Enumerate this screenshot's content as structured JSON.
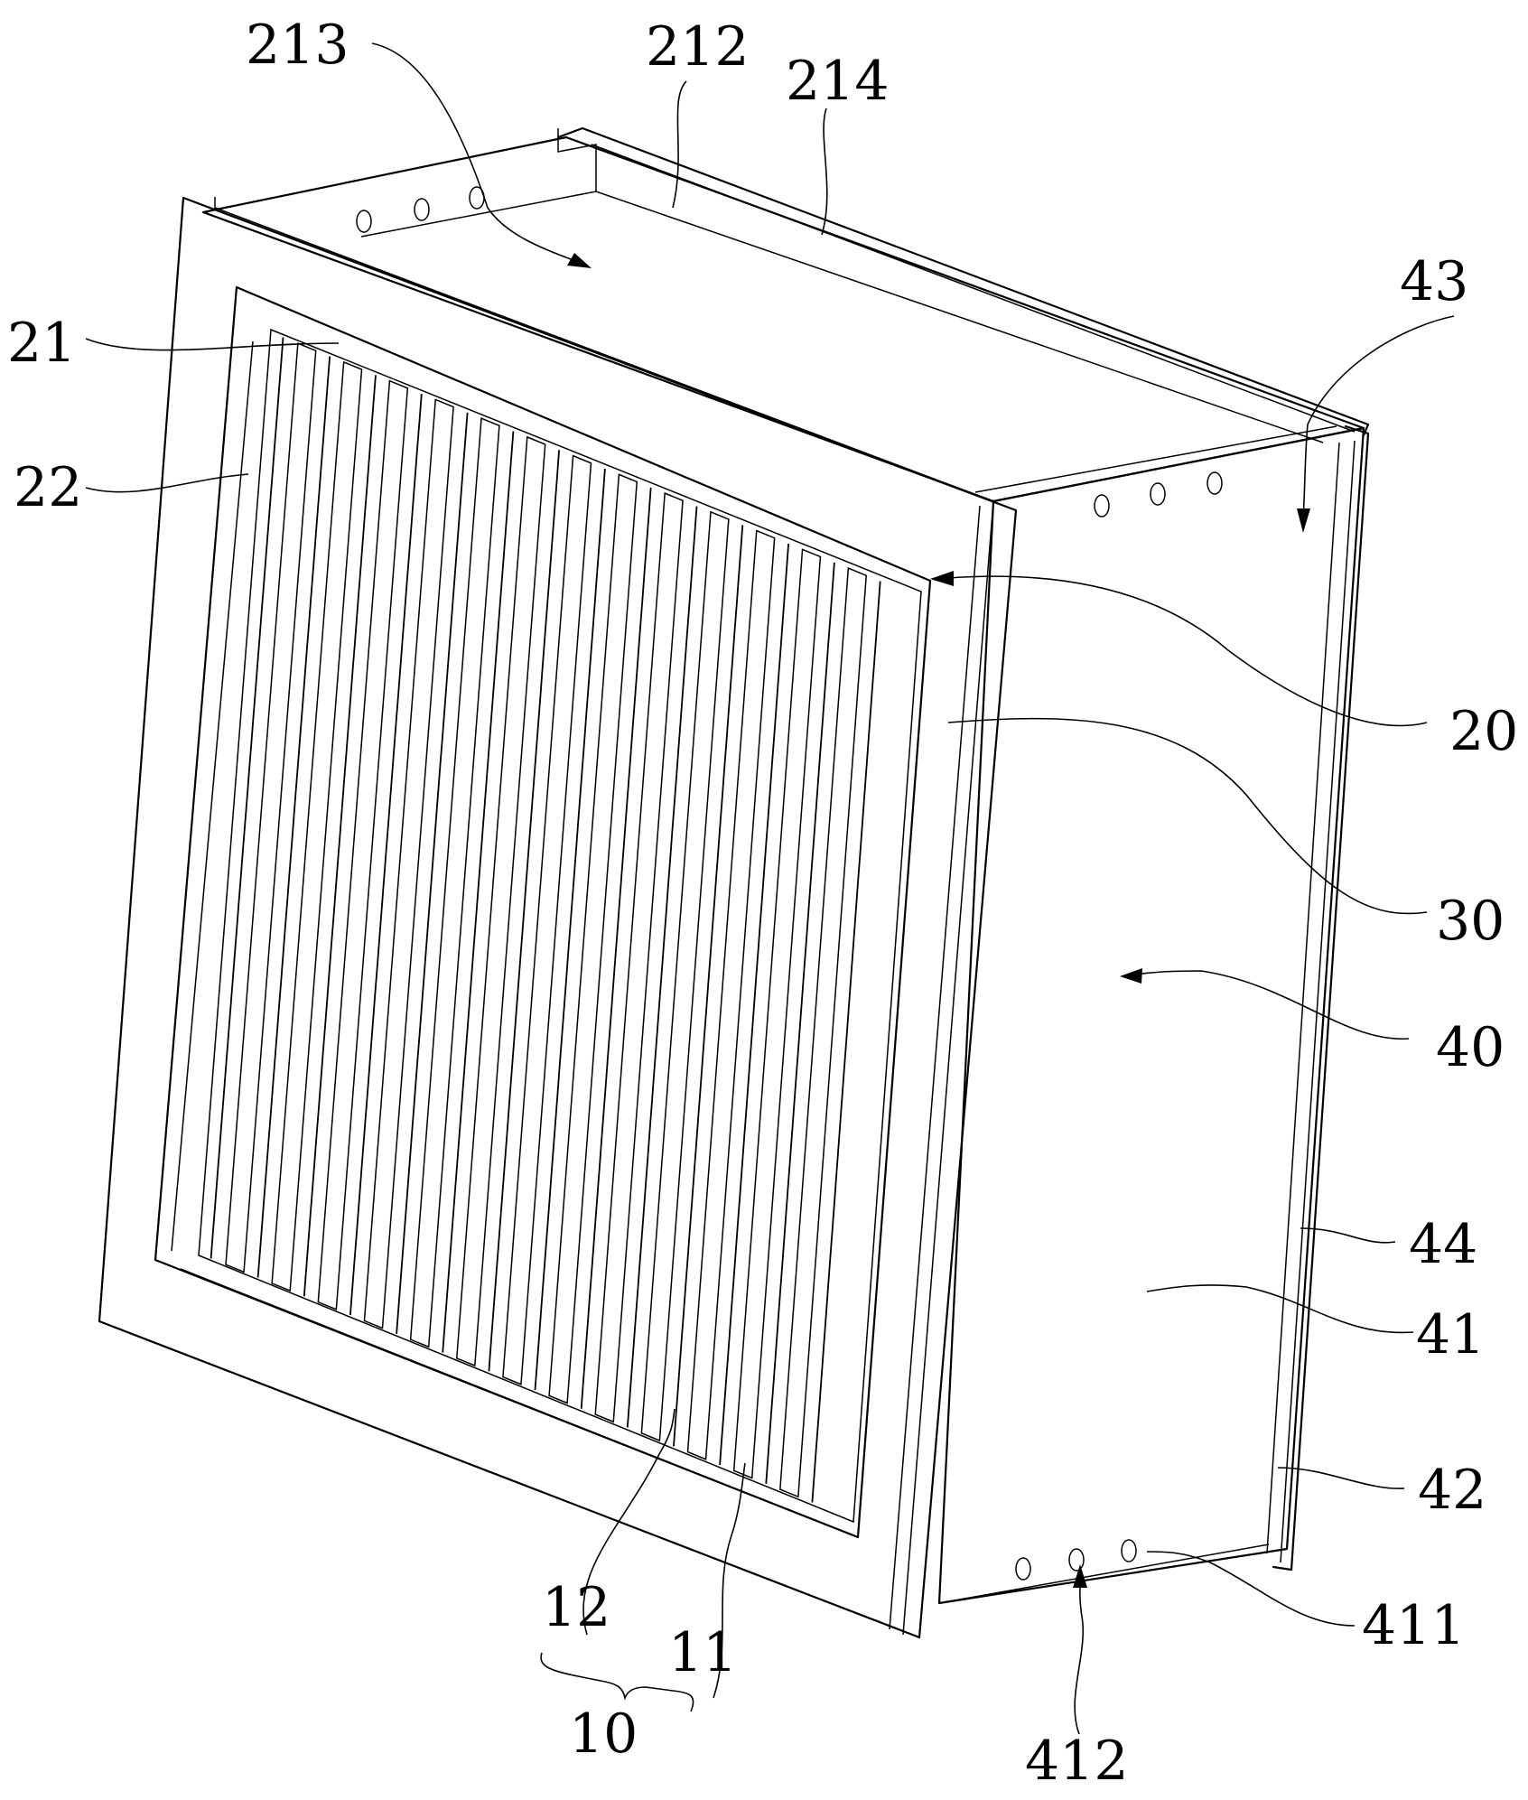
{
  "labels": {
    "l213": "213",
    "l212": "212",
    "l214": "214",
    "l43": "43",
    "l21": "21",
    "l22": "22",
    "l20": "20",
    "l30": "30",
    "l40": "40",
    "l44": "44",
    "l41": "41",
    "l42": "42",
    "l411": "411",
    "l412": "412",
    "l12": "12",
    "l11": "11",
    "l10": "10"
  },
  "colors": {
    "line": "#000000",
    "background": "#ffffff"
  }
}
